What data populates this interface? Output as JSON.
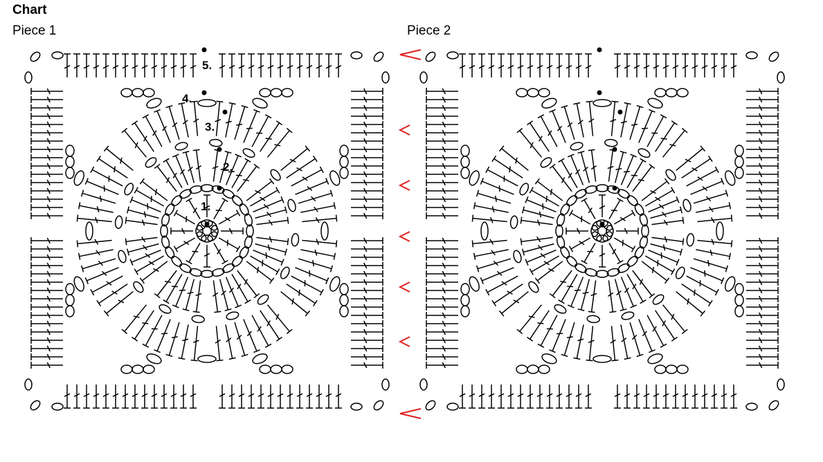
{
  "title": "Chart",
  "pieces": [
    {
      "label": "Piece 1"
    },
    {
      "label": "Piece 2"
    }
  ],
  "round_labels": [
    "1.",
    "2.",
    "3.",
    "4.",
    "5."
  ],
  "colors": {
    "ink": "#000000",
    "join_marker": "#e02020",
    "background": "#ffffff"
  },
  "legend_icons": [
    "chain-oval",
    "treble-crochet",
    "double-crochet",
    "slip-stitch-dot",
    "join-arrow"
  ]
}
